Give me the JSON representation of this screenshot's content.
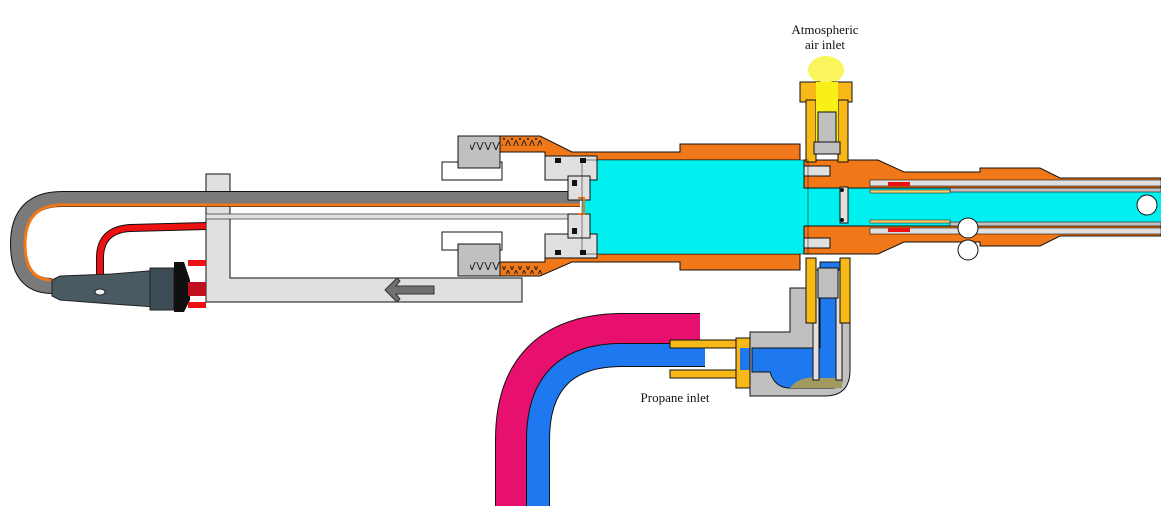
{
  "diagram": {
    "title": "Propane burner / torch cross-section",
    "labels": {
      "air_inlet_line1": "Atmospheric",
      "air_inlet_line2": "air inlet",
      "propane_inlet": "Propane inlet"
    },
    "colors": {
      "mixing_chamber": "#00f0f0",
      "brass_body": "#f07818",
      "steel_gray": "#c0c0c0",
      "light_gray": "#e0e0e0",
      "propane_gas": "#1e78f0",
      "hose_outer": "#e8106e",
      "fitting_gold": "#f8b818",
      "air_flow": "#f8f018",
      "ignition_wire": "#ee1111",
      "outline": "#101010"
    },
    "components": [
      "ignition-electrode-plug",
      "high-voltage-lead",
      "bracket",
      "gland-nut",
      "mixing-chamber",
      "air-inlet-valve",
      "propane-inlet-elbow",
      "propane-hose",
      "burner-nozzle",
      "flow-direction-arrow"
    ]
  }
}
